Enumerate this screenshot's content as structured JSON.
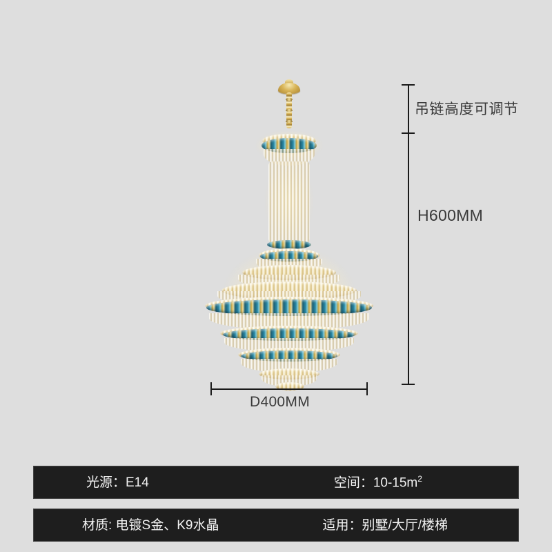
{
  "product": {
    "name": "crystal-chandelier",
    "background_color": "#dedede",
    "accent_gold": "#c9a23c",
    "accent_teal": "#2b8aa6"
  },
  "dimensions": {
    "chain_note": "吊链高度可调节",
    "height": "H600MM",
    "width": "D400MM"
  },
  "specs": {
    "rows": [
      {
        "left": {
          "label": "光源：",
          "value": "E14",
          "full": "光源：E14"
        },
        "right": {
          "label": "空间：",
          "value": "10-15m",
          "unit": "2",
          "full": "空间：10-15m²"
        }
      },
      {
        "left": {
          "label": "材质: ",
          "value": "电镀S金、K9水晶",
          "full": "材质: 电镀S金、K9水晶"
        },
        "right": {
          "label": "适用：",
          "value": "别墅/大厅/楼梯",
          "full": "适用：别墅/大厅/楼梯"
        }
      }
    ]
  }
}
